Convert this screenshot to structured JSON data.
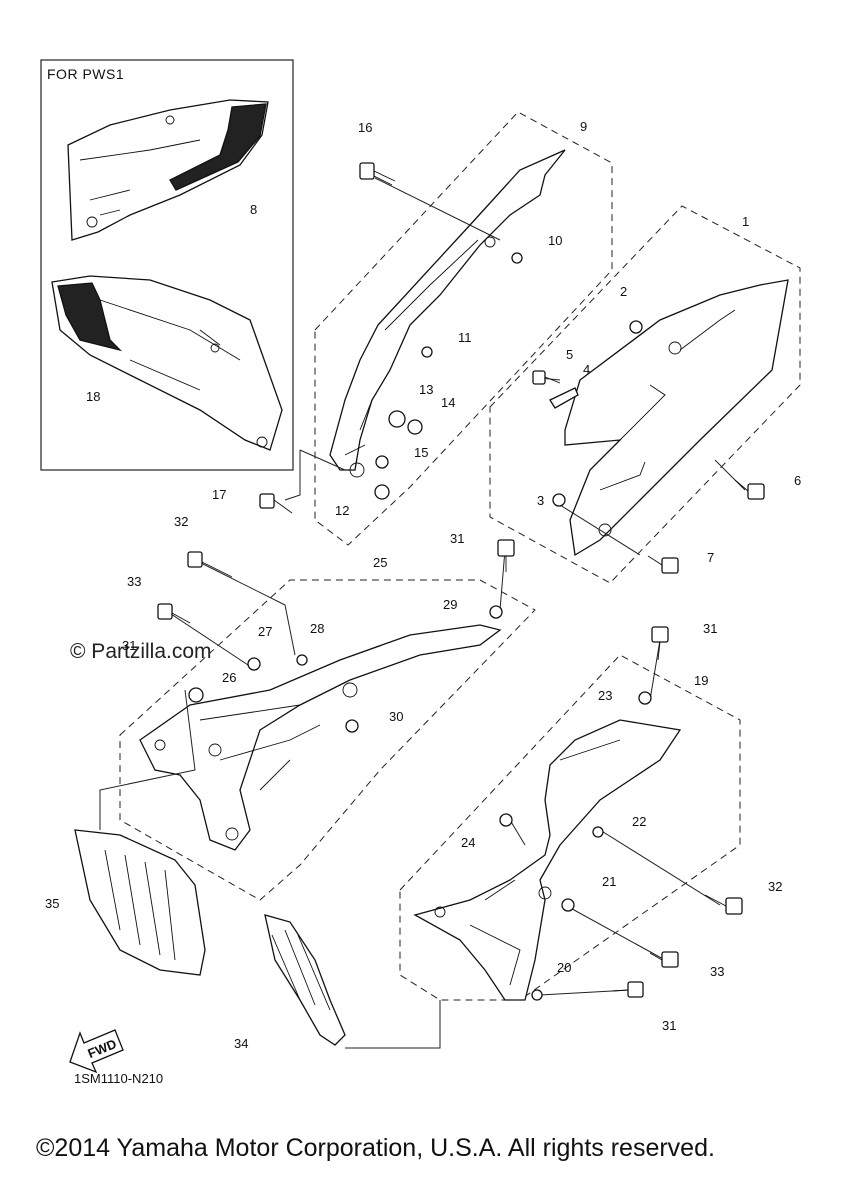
{
  "inset": {
    "title": "FOR PWS1"
  },
  "watermark": "© Partzilla.com",
  "drawing_code": "1SM1110-N210",
  "fwd_label": "FWD",
  "copyright": "©2014 Yamaha Motor Corporation, U.S.A. All rights reserved.",
  "callouts": [
    "1",
    "2",
    "3",
    "4",
    "5",
    "6",
    "7",
    "8",
    "9",
    "10",
    "11",
    "12",
    "13",
    "14",
    "15",
    "16",
    "17",
    "18",
    "19",
    "20",
    "21",
    "22",
    "23",
    "24",
    "25",
    "26",
    "27",
    "28",
    "29",
    "30",
    "31",
    "31",
    "31",
    "31",
    "31",
    "32",
    "32",
    "33",
    "33",
    "34",
    "35"
  ]
}
